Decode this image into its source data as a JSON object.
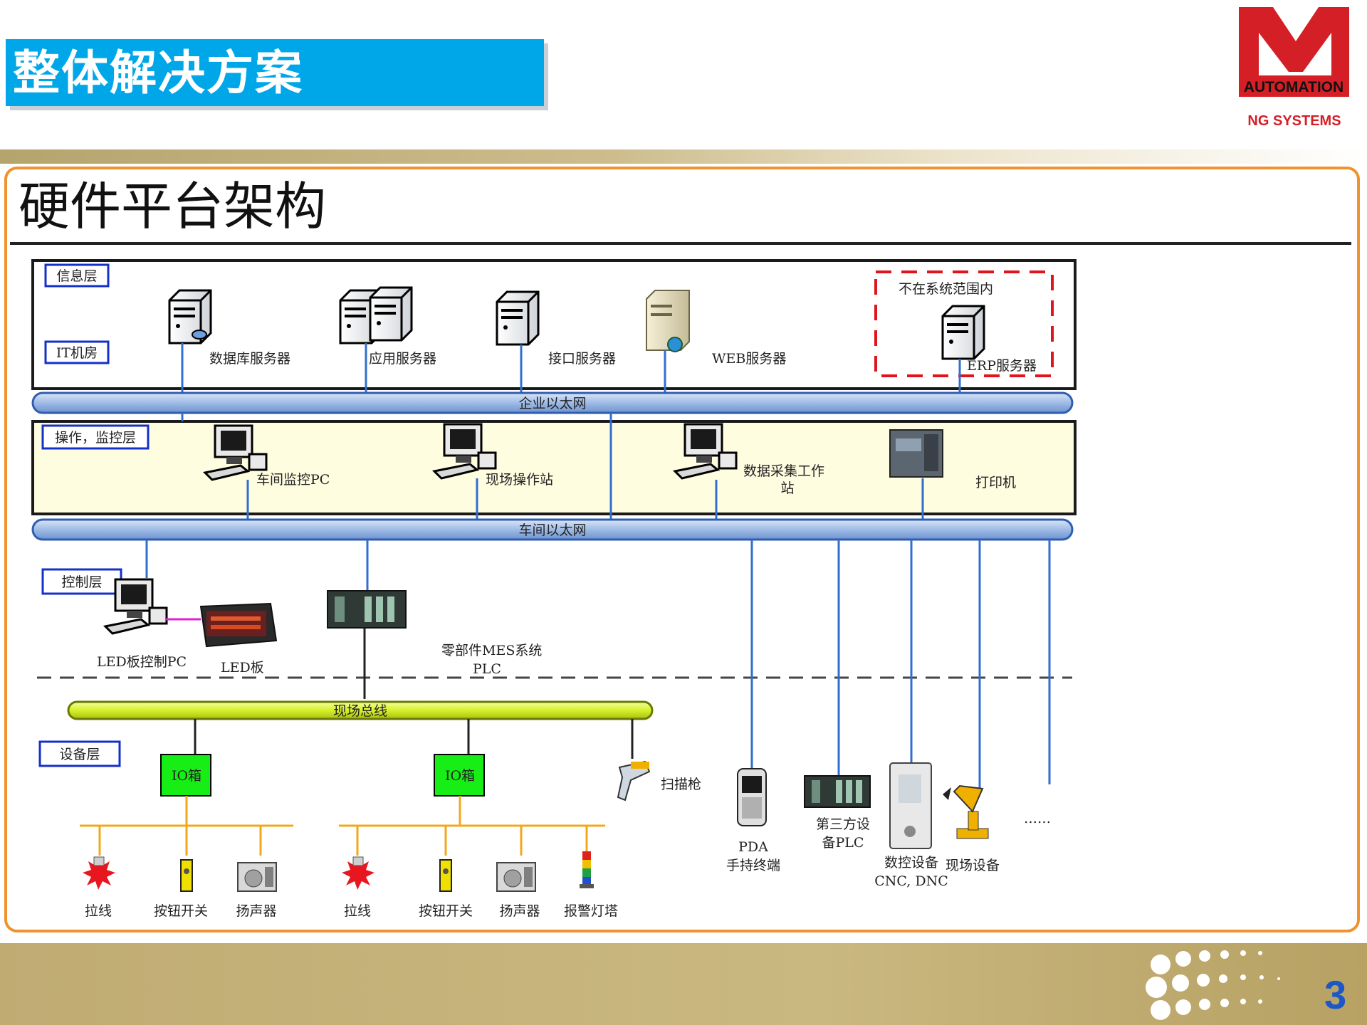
{
  "header": {
    "title": "整体解决方案"
  },
  "logo": {
    "brand": "AUTOMATION",
    "tagline": "NG SYSTEMS"
  },
  "section": {
    "title": "硬件平台架构"
  },
  "diagram": {
    "layers": {
      "info": "信息层",
      "it_room": "IT机房",
      "ops": "操作，监控层",
      "control": "控制层",
      "device": "设备层"
    },
    "servers": {
      "db": "数据库服务器",
      "app": "应用服务器",
      "interface": "接口服务器",
      "web": "WEB服务器",
      "erp": "ERP服务器",
      "out_of_scope": "不在系统范围内"
    },
    "networks": {
      "enterprise": "企业以太网",
      "workshop": "车间以太网",
      "fieldbus": "现场总线"
    },
    "ops_nodes": {
      "monitor_pc": "车间监控PC",
      "operator_station": "现场操作站",
      "data_station_line1": "数据采集工作",
      "data_station_line2": "站",
      "printer": "打印机"
    },
    "control_nodes": {
      "led_pc": "LED板控制PC",
      "led_board": "LED板",
      "plc_line1": "零部件MES系统",
      "plc_line2": "PLC"
    },
    "devices": {
      "io_box": "IO箱",
      "scanner": "扫描枪",
      "pda_line1": "PDA",
      "pda_line2": "手持终端",
      "third_plc_line1": "第三方设",
      "third_plc_line2": "备PLC",
      "cnc_line1": "数控设备",
      "cnc_line2": "CNC, DNC",
      "field_equipment": "现场设备",
      "ellipsis": "……",
      "pull_cord": "拉线",
      "push_button": "按钮开关",
      "speaker": "扬声器",
      "alarm_tower": "报警灯塔"
    }
  },
  "footer": {
    "page_number": "3"
  },
  "colors": {
    "accent": "#00a7e8",
    "frame": "#f0922e",
    "gold": "#c0ac73",
    "page_number": "#1a57c8"
  }
}
